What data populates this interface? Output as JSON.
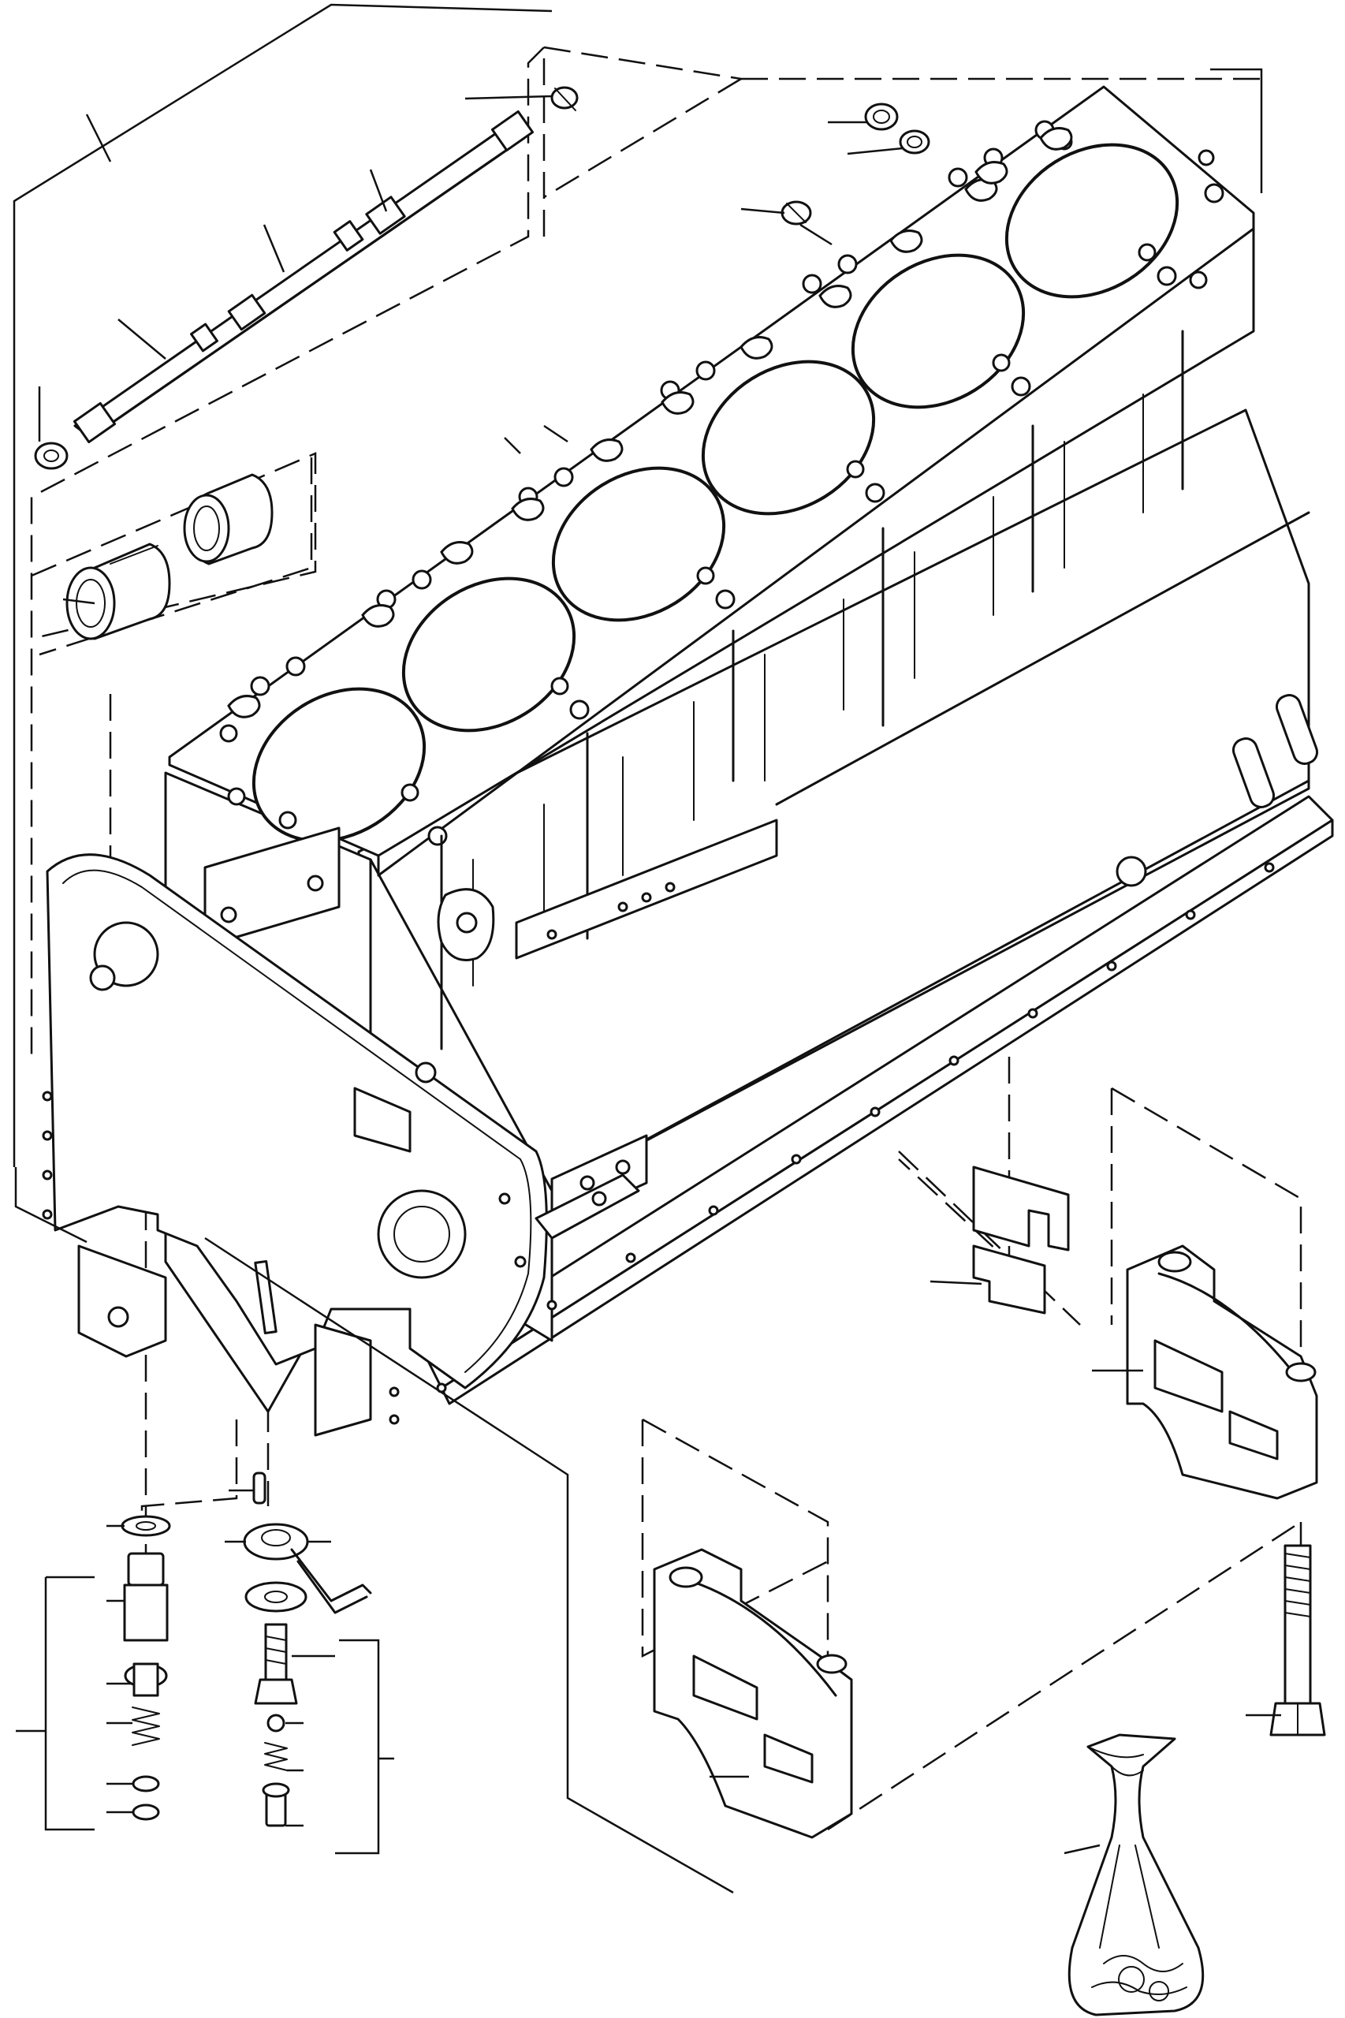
{
  "figure": {
    "colors": {
      "line": "#111111",
      "paper": "#ffffff"
    },
    "parts": [
      "cylinder-block",
      "rocker-shaft-assembly",
      "camshaft-bushings",
      "expansion-plugs",
      "main-bearing-cap-rear",
      "main-bearing-cap-front",
      "cap-bolt",
      "thrust-shim",
      "oil-pressure-relief-valve",
      "oil-pipe-fitting",
      "gasket-kit-bag",
      "timing-plate"
    ]
  }
}
